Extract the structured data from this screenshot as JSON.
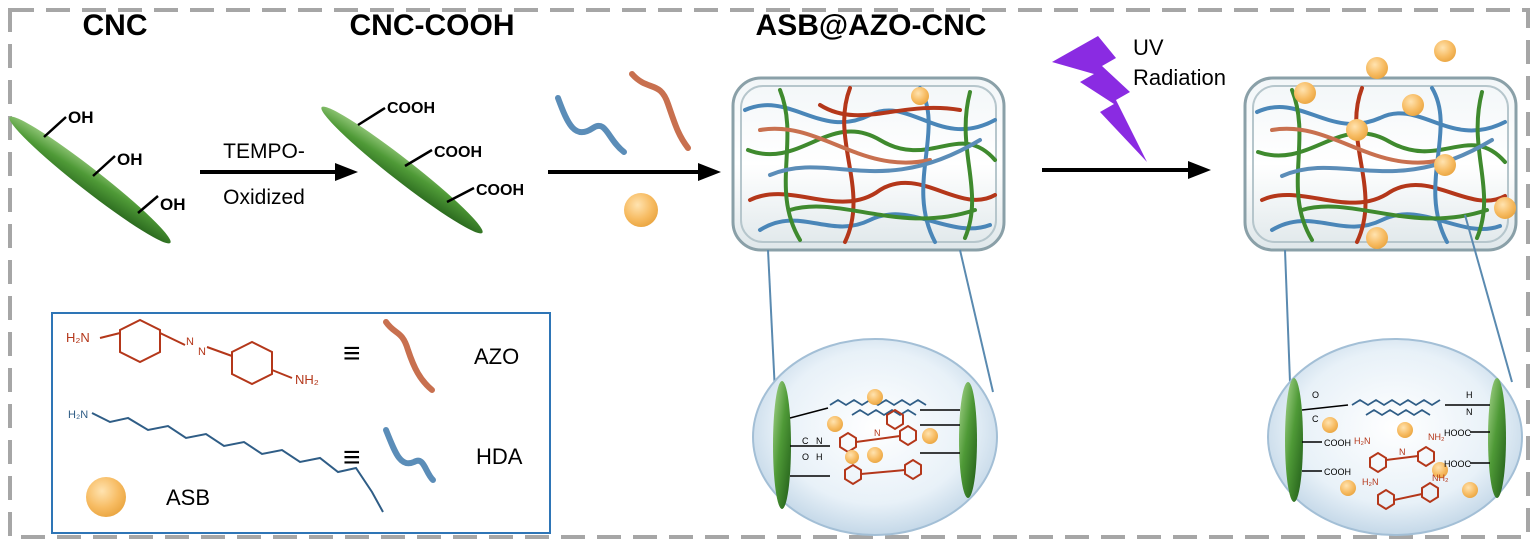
{
  "titles": {
    "cnc": "CNC",
    "cnc_cooh": "CNC-COOH",
    "asb_azo_cnc": "ASB@AZO-CNC"
  },
  "cnc_groups": [
    "OH",
    "OH",
    "OH"
  ],
  "cooh_groups": [
    "COOH",
    "COOH",
    "COOH"
  ],
  "step1": {
    "line1": "TEMPO-",
    "line2": "Oxidized"
  },
  "step3": {
    "line1": "UV",
    "line2": "Radiation"
  },
  "legend": {
    "azo_label": "AZO",
    "hda_label": "HDA",
    "asb_label": "ASB",
    "equiv_symbol": "≡",
    "azo_amine_left": "H₂N",
    "azo_amine_right": "NH₂",
    "azo_nitrogen": "N",
    "hda_amine": "H₂N"
  },
  "zoom_loaded": {
    "amide_c": "C",
    "amide_o": "O",
    "amide_h": "H",
    "amide_n": "N",
    "azo_n": "N"
  },
  "zoom_released": {
    "cooh": "COOH",
    "hooc": "HOOC",
    "nh2": "NH₂",
    "h2n": "H₂N",
    "amide_c": "C",
    "amide_o": "O",
    "amide_h": "H",
    "amide_n": "N",
    "azo_n": "N"
  },
  "colors": {
    "border_dash": "#a6a6a6",
    "rod_green": "#3f8a2e",
    "azo_red": "#b4371a",
    "hda_blue": "#5b8db8",
    "asb_orange": "#f5b85a",
    "lightning": "#8a2be2",
    "legend_border": "#2e75b6",
    "zoom_line": "#5a8ab0"
  }
}
